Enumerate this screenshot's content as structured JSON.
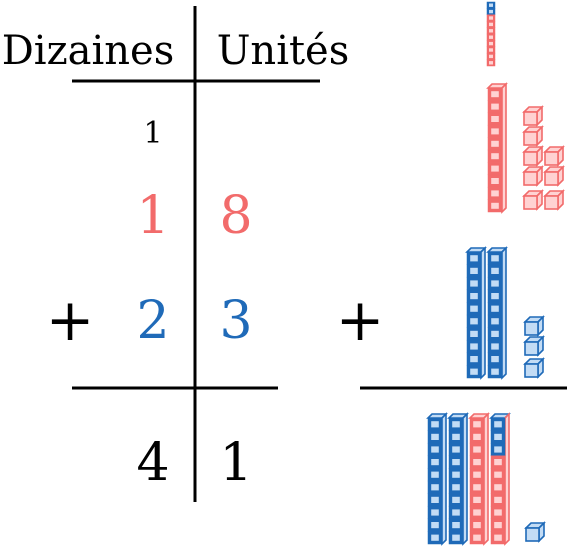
{
  "headers": {
    "tens": "Dizaines",
    "units": "Unités"
  },
  "carry": "1",
  "first_number": {
    "tens": "1",
    "units": "8"
  },
  "second_number": {
    "tens": "2",
    "units": "3"
  },
  "operator": "+",
  "result": {
    "tens": "4",
    "units": "1"
  },
  "colors": {
    "red": "#f26b6b",
    "blue": "#1f6ab8",
    "black": "#000000"
  },
  "blocks": {
    "carried_ten": {
      "blue_cubes": 2,
      "red_cubes": 8
    },
    "first": {
      "tens": 1,
      "units": 8
    },
    "second": {
      "tens": 2,
      "units": 3
    },
    "result": {
      "tens": 4,
      "units": 1
    }
  }
}
